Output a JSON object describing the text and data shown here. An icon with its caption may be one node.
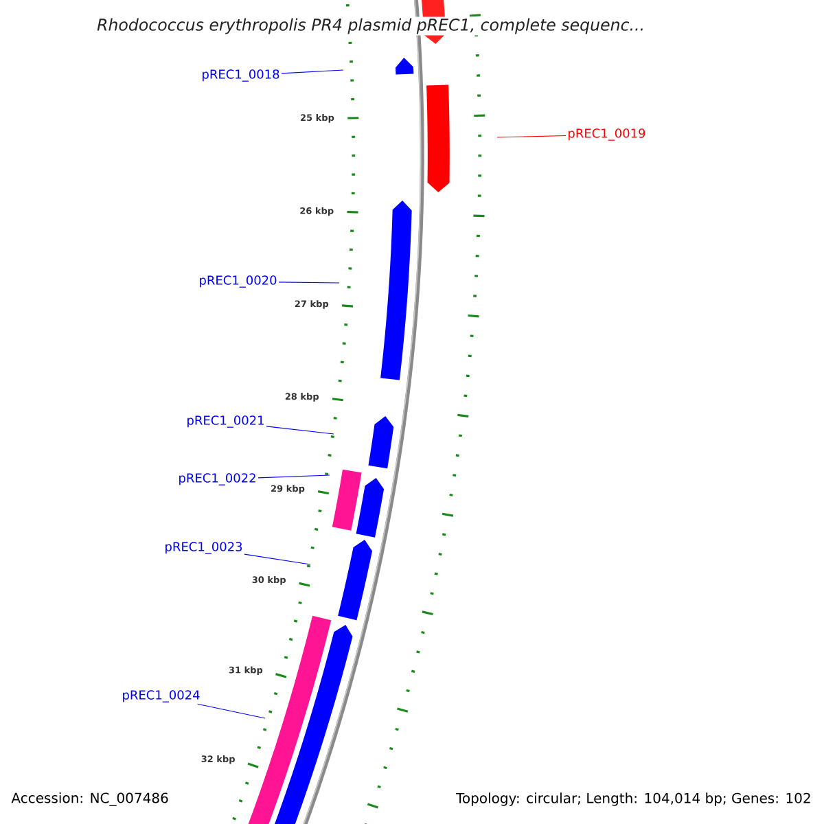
{
  "diagram": {
    "title": "Rhodococcus erythropolis PR4 plasmid pREC1, complete sequenc...",
    "nodes": [
      {
        "text": [
          "pREC1_0018"
        ]
      },
      {
        "text": [
          "pREC1_0019"
        ]
      },
      {
        "text": [
          "pREC1_0020"
        ]
      },
      {
        "text": [
          "pREC1_0021"
        ]
      },
      {
        "text": [
          "pREC1_0022"
        ]
      },
      {
        "text": [
          "pREC1_0023"
        ]
      },
      {
        "text": [
          "pREC1_0024"
        ]
      }
    ],
    "edges": [
      {
        "from": 0,
        "to": null,
        "arrow": "none"
      },
      {
        "from": 1,
        "to": null,
        "arrow": "none",
        "color": "#ff0000"
      },
      {
        "from": 2,
        "to": null,
        "arrow": "none"
      },
      {
        "from": 3,
        "to": null,
        "arrow": "none"
      },
      {
        "from": 4,
        "to": null,
        "arrow": "none"
      },
      {
        "from": 5,
        "to": null,
        "arrow": "none"
      },
      {
        "from": 6,
        "to": null,
        "arrow": "none"
      }
    ],
    "labels": [
      "25 kbp",
      "26 kbp",
      "27 kbp",
      "28 kbp",
      "29 kbp",
      "30 kbp",
      "31 kbp",
      "32 kbp",
      "Accession: NC_007486",
      "Topology: circular; Length: 104,014 bp; Genes: 102"
    ]
  }
}
